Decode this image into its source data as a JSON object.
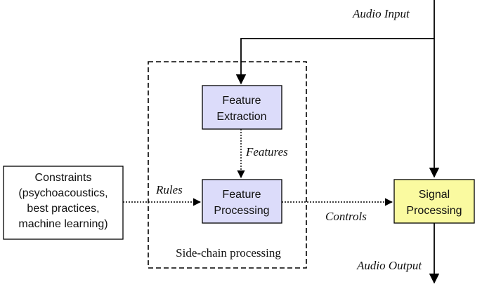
{
  "diagram": {
    "labels": {
      "audio_input": "Audio Input",
      "audio_output": "Audio Output",
      "features": "Features",
      "rules": "Rules",
      "controls": "Controls",
      "side_chain": "Side-chain processing"
    },
    "boxes": {
      "feature_extraction": [
        "Feature",
        "Extraction"
      ],
      "feature_processing": [
        "Feature",
        "Processing"
      ],
      "signal_processing": [
        "Signal",
        "Processing"
      ],
      "constraints": [
        "Constraints",
        "(psychoacoustics,",
        "best practices,",
        "machine learning)"
      ]
    },
    "colors": {
      "feature_box_fill": "#dcdcfa",
      "signal_box_fill": "#fafaa0",
      "stroke": "#000000"
    }
  }
}
